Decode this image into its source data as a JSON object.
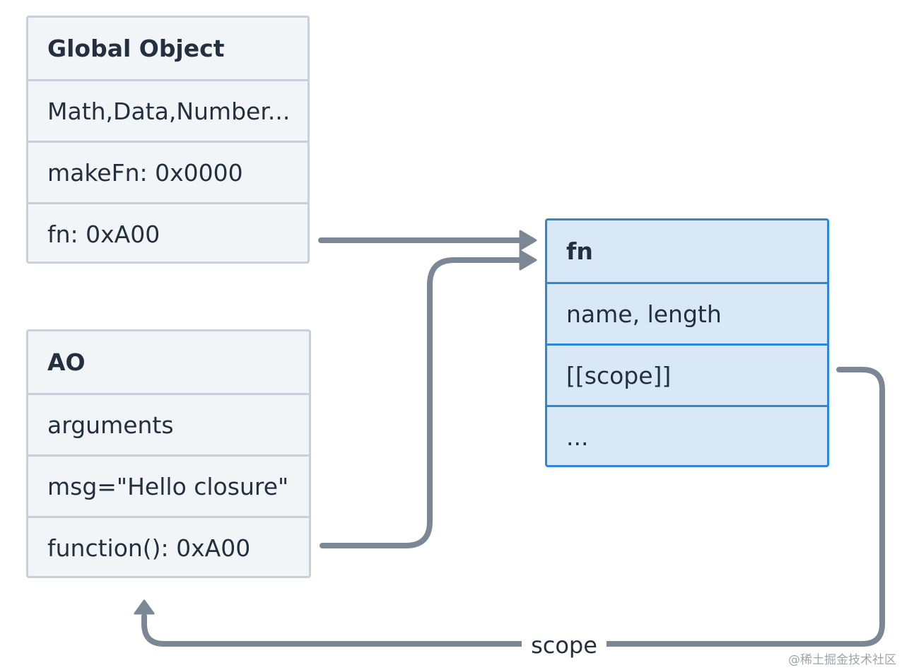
{
  "global_object": {
    "title": "Global Object",
    "rows": [
      "Math,Data,Number...",
      "makeFn: 0x0000",
      "fn: 0xA00"
    ]
  },
  "ao": {
    "title": "AO",
    "rows": [
      "arguments",
      "msg=\"Hello closure\"",
      "function(): 0xA00"
    ]
  },
  "fn_object": {
    "title": "fn",
    "rows": [
      "name, length",
      "[[scope]]",
      "..."
    ]
  },
  "scope_label": "scope",
  "watermark": "@稀土掘金技术社区",
  "colors": {
    "gray_box_fill": "#f2f5f8",
    "gray_box_border": "#c8d0da",
    "blue_box_fill": "#d8e8f7",
    "blue_box_border": "#2f86d3",
    "arrow": "#7b8794",
    "text": "#24303d"
  }
}
